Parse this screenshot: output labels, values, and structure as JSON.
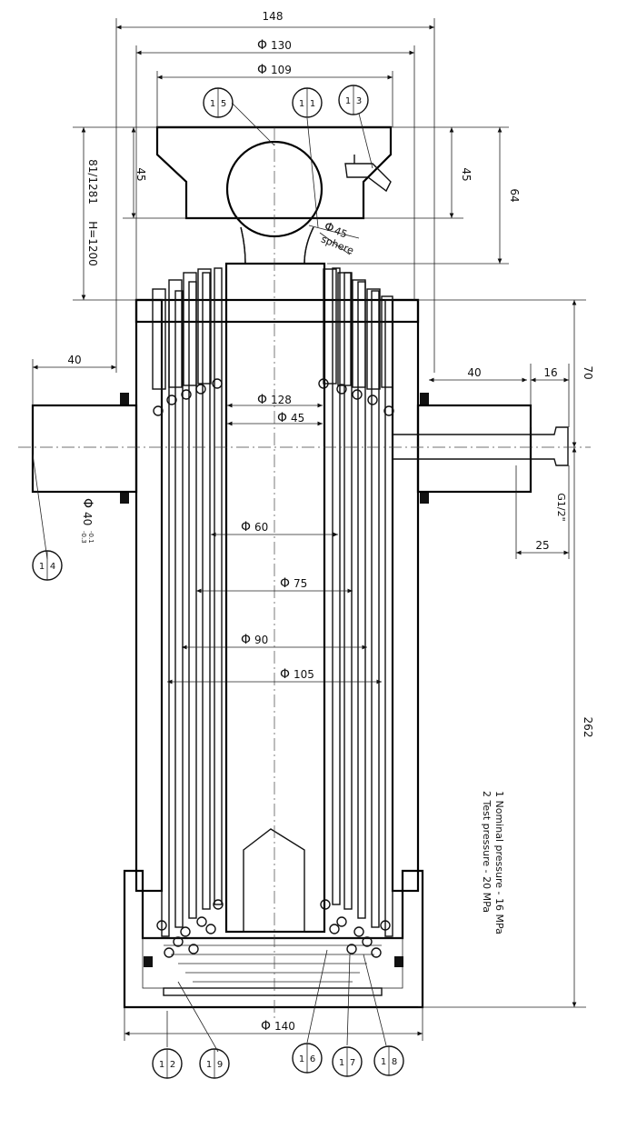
{
  "dimensions": {
    "width_148": "148",
    "dia_130": "130",
    "dia_109": "109",
    "height_45_left": "45",
    "height_45_right": "45",
    "height_64": "64",
    "stroke_label": "H=1200",
    "stroke_prefix": "81/1281",
    "ball_dia": "45",
    "ball_sub": "sphere",
    "left_40": "40",
    "right_40": "40",
    "right_16": "16",
    "right_70": "70",
    "dia_128": "128",
    "dia_45": "45",
    "dia_60": "60",
    "dia_75": "75",
    "dia_90": "90",
    "dia_105": "105",
    "pin_dia": "40",
    "pin_tol_upper": "-0.1",
    "pin_tol_lower": "-0.3",
    "thread": "G1/2\"",
    "port_25": "25",
    "height_262": "262",
    "dia_140": "140"
  },
  "diameter_symbol": "Φ",
  "notes": [
    "1 Nominal pressure - 16 MPa",
    "2 Test pressure   - 20 MPa"
  ],
  "balloons": [
    {
      "id": "b5",
      "top": "5",
      "bottom": "1"
    },
    {
      "id": "b1",
      "top": "1",
      "bottom": "1"
    },
    {
      "id": "b3",
      "top": "3",
      "bottom": "1"
    },
    {
      "id": "b4",
      "top": "4",
      "bottom": "1"
    },
    {
      "id": "b2",
      "top": "2",
      "bottom": "1"
    },
    {
      "id": "b9",
      "top": "9",
      "bottom": "1"
    },
    {
      "id": "b6",
      "top": "6",
      "bottom": "1"
    },
    {
      "id": "b7",
      "top": "7",
      "bottom": "1"
    },
    {
      "id": "b8",
      "top": "8",
      "bottom": "1"
    }
  ]
}
